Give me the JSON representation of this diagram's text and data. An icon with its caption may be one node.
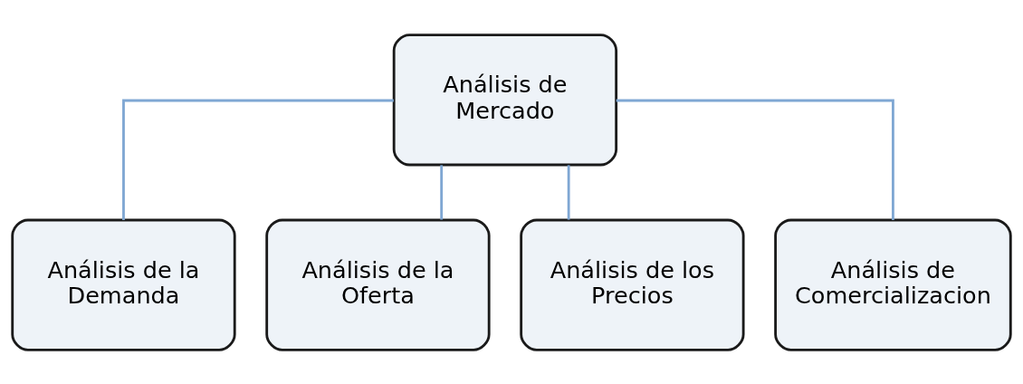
{
  "diagram": {
    "nodes": [
      {
        "text": [
          "Análisis de Mercado"
        ]
      },
      {
        "text": [
          "Análisis de la Demanda"
        ]
      },
      {
        "text": [
          "Análisis de la Oferta"
        ]
      },
      {
        "text": [
          "Análisis de los Precios"
        ]
      },
      {
        "text": [
          "Análisis de Comercializacion"
        ]
      }
    ],
    "edges": [
      {
        "from": 0,
        "to": 1,
        "arrow": "none"
      },
      {
        "from": 0,
        "to": 2,
        "arrow": "none"
      },
      {
        "from": 0,
        "to": 3,
        "arrow": "none"
      },
      {
        "from": 0,
        "to": 4,
        "arrow": "none"
      }
    ]
  }
}
